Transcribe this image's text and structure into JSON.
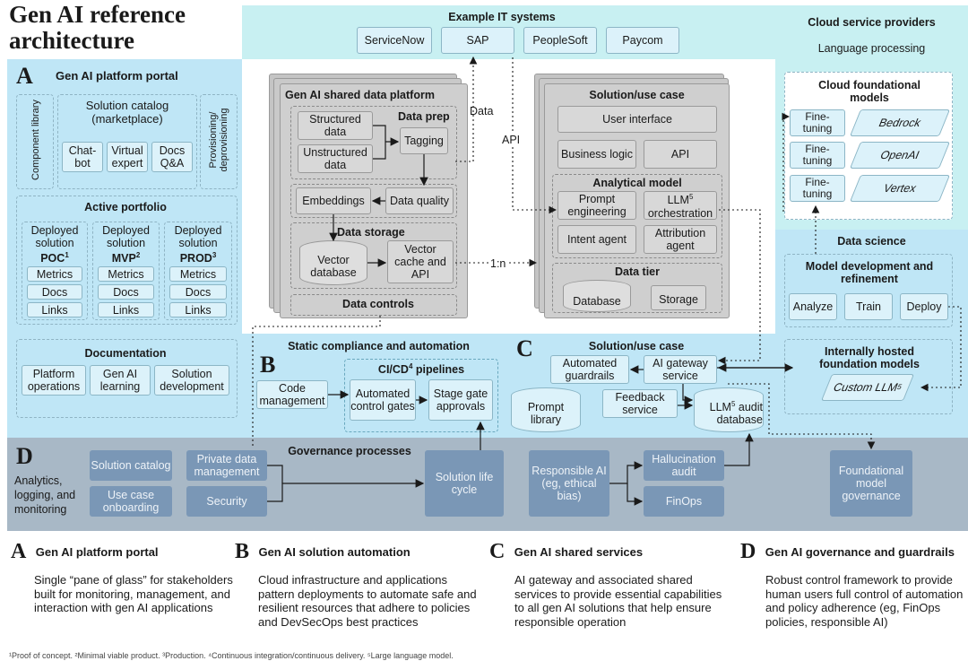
{
  "title": "Gen AI reference architecture",
  "it_systems": {
    "title": "Example IT systems",
    "items": [
      "ServiceNow",
      "SAP",
      "PeopleSoft",
      "Paycom"
    ]
  },
  "cloud": {
    "title": "Cloud service providers",
    "subtitle": "Language processing",
    "foundational_title": "Cloud foundational models",
    "fine_tuning": "Fine-tuning",
    "models": [
      "Bedrock",
      "OpenAI",
      "Vertex"
    ]
  },
  "data_science": {
    "title": "Data science",
    "model_dev": "Model development and refinement",
    "actions": [
      "Analyze",
      "Train",
      "Deploy"
    ],
    "internal_title": "Internally hosted foundation models",
    "custom_llm": "Custom LLM",
    "custom_llm_sup": "5"
  },
  "portal": {
    "letter": "A",
    "title": "Gen AI platform portal",
    "component_library": "Component library",
    "catalog_title": "Solution catalog (marketplace)",
    "catalog_items": [
      "Chat-bot",
      "Virtual expert",
      "Docs Q&A"
    ],
    "provisioning": "Provisioning/ deprovisioning",
    "active_title": "Active portfolio",
    "deployed": [
      {
        "line1": "Deployed",
        "line2": "solution",
        "stage": "POC",
        "sup": "1"
      },
      {
        "line1": "Deployed",
        "line2": "solution",
        "stage": "MVP",
        "sup": "2"
      },
      {
        "line1": "Deployed",
        "line2": "solution",
        "stage": "PROD",
        "sup": "3"
      }
    ],
    "deployed_items": [
      "Metrics",
      "Docs",
      "Links"
    ],
    "documentation_title": "Documentation",
    "doc_items": [
      "Platform operations",
      "Gen AI learning",
      "Solution development"
    ]
  },
  "shared_data": {
    "title": "Gen AI shared data platform",
    "structured": "Structured data",
    "unstructured": "Unstructured data",
    "data_prep": "Data prep",
    "tagging": "Tagging",
    "embeddings": "Embeddings",
    "data_quality": "Data quality",
    "data_storage": "Data storage",
    "vector_db": "Vector database",
    "vector_cache": "Vector cache and API",
    "data_controls": "Data controls"
  },
  "solution": {
    "title": "Solution/use case",
    "user_interface": "User interface",
    "business_logic": "Business logic",
    "api": "API",
    "analytical_title": "Analytical model",
    "prompt_engineering": "Prompt engineering",
    "llm_orchestration": "LLM orchestration",
    "llm_sup": "5",
    "intent_agent": "Intent agent",
    "attribution_agent": "Attribution agent",
    "data_tier": "Data tier",
    "database": "Database",
    "storage": "Storage"
  },
  "connectors": {
    "data": "Data",
    "api": "API",
    "one_to_n": "1:n"
  },
  "static": {
    "letter": "B",
    "title": "Static compliance and automation",
    "cicd_title": "CI/CD",
    "cicd_sup": "4",
    "cicd_suffix": " pipelines",
    "code_management": "Code management",
    "automated_gates": "Automated control gates",
    "stage_gate": "Stage gate approvals"
  },
  "solution_c": {
    "letter": "C",
    "title": "Solution/use case",
    "automated_guardrails": "Automated guardrails",
    "ai_gateway": "AI gateway service",
    "feedback": "Feedback service",
    "prompt_library": "Prompt library",
    "llm_audit": "LLM audit database",
    "llm_sup": "5"
  },
  "governance": {
    "letter": "D",
    "side_label": "Analytics, logging, and monitoring",
    "title": "Governance processes",
    "solution_catalog": "Solution catalog",
    "use_case_onboarding": "Use case onboarding",
    "private_data": "Private data management",
    "security": "Security",
    "solution_life_cycle": "Solution life cycle",
    "responsible_ai": "Responsible AI (eg, ethical bias)",
    "hallucination": "Hallucination audit",
    "finops": "FinOps",
    "foundational_gov": "Foundational model governance"
  },
  "legend": [
    {
      "letter": "A",
      "heading": "Gen AI platform portal",
      "text": "Single “pane of glass” for stakeholders built for monitoring, management, and interaction with gen AI applications"
    },
    {
      "letter": "B",
      "heading": "Gen AI solution automation",
      "text": "Cloud infrastructure and applications pattern deployments to automate safe and resilient resources that adhere to policies and DevSecOps best practices"
    },
    {
      "letter": "C",
      "heading": "Gen AI shared services",
      "text": "AI gateway and associated shared services to provide essential capabilities to all gen AI solutions that help ensure responsible operation"
    },
    {
      "letter": "D",
      "heading": "Gen AI governance and guardrails",
      "text": "Robust control framework to provide human users full control of automation and policy adherence (eg, FinOps policies, responsible AI)"
    }
  ],
  "footnote": "¹Proof of concept. ²Minimal viable product. ³Production. ⁴Continuous integration/continuous delivery. ⁵Large language model.",
  "colors": {
    "portal_bg": "#bfe6f6",
    "cyan_bg": "#c8f0f2",
    "governance_bg": "#a8b8c6",
    "governance_box": "#7a97b6",
    "gray_box": "#cfcfcf"
  }
}
